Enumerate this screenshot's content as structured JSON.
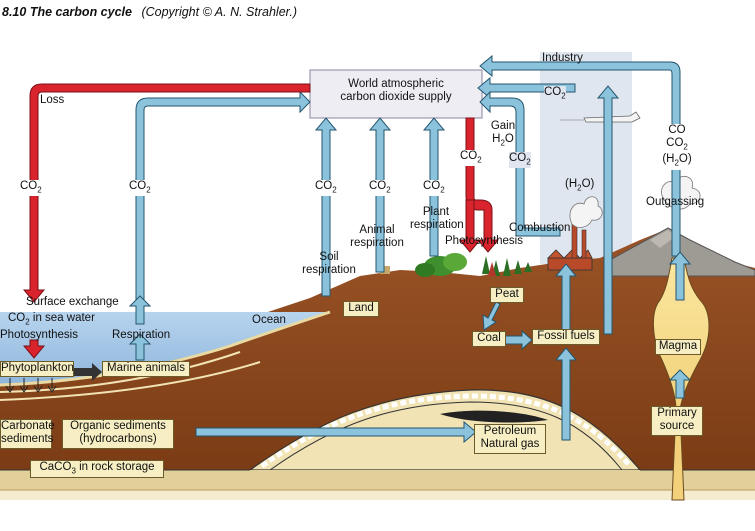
{
  "figure": {
    "number": "8.10",
    "title": "The carbon cycle",
    "credit": "(Copyright © A. N. Strahler.)"
  },
  "atmosphere_box": {
    "line1": "World atmospheric",
    "line2": "carbon dioxide supply"
  },
  "labels": {
    "industry": "Industry",
    "loss": "Loss",
    "gain": "Gain",
    "h2o": "H",
    "h2o_o": "O",
    "co2_c": "CO",
    "co2_2": "2",
    "co": "CO",
    "h2o_paren": "(H",
    "h2o_paren_end": "O)",
    "outgassing": "Outgassing",
    "combustion": "Combustion",
    "photosynthesis": "Photosynthesis",
    "plant_respiration_1": "Plant",
    "plant_respiration_2": "respiration",
    "animal_respiration_1": "Animal",
    "animal_respiration_2": "respiration",
    "soil_respiration_1": "Soil",
    "soil_respiration_2": "respiration",
    "surface_exchange": "Surface exchange",
    "co2_in_sea_water": " in sea water",
    "photosynthesis_sea": "Photosynthesis",
    "respiration_sea": "Respiration",
    "ocean": "Ocean"
  },
  "boxes": {
    "land": "Land",
    "peat": "Peat",
    "coal": "Coal",
    "fossil_fuels": "Fossil fuels",
    "magma": "Magma",
    "phytoplankton": "Phytoplankton",
    "marine_animals": "Marine animals",
    "carbonate_sediments_1": "Carbonate",
    "carbonate_sediments_2": "sediments",
    "organic_sediments_1": "Organic sediments",
    "organic_sediments_2": "(hydrocarbons)",
    "petroleum_1": "Petroleum",
    "petroleum_2": "Natural gas",
    "primary_source_1": "Primary",
    "primary_source_2": "source",
    "caco3_1": "CaCO",
    "caco3_sub": "3",
    "caco3_2": " in rock storage"
  },
  "colors": {
    "blue_arrow": "#8cc3dc",
    "red_arrow": "#d9232d",
    "sky": "#ffffff",
    "ocean": "#a7c9e6",
    "earth": "#8e4a1e",
    "sediment": "#f1e3b4",
    "industry_panel": "#dfe6ef"
  }
}
